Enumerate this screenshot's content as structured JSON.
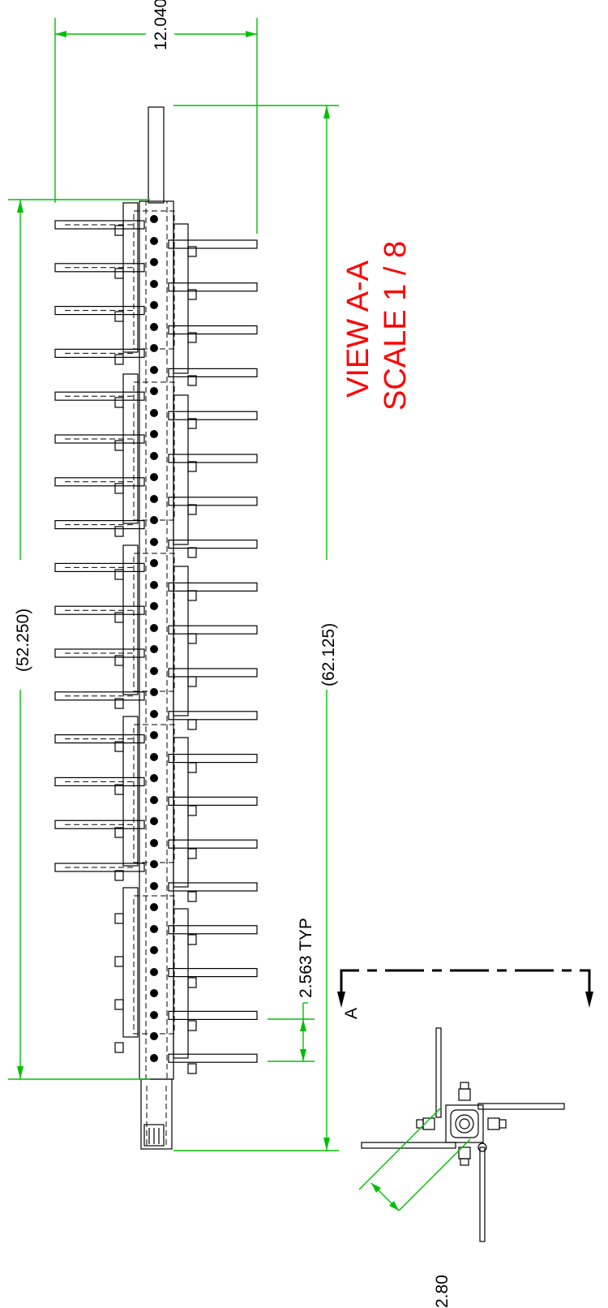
{
  "dimensions": {
    "width_top": "12.040",
    "overall_length": "(62.125)",
    "bracket_span": "(52.250)",
    "pitch": "2.563 TYP",
    "offset": "2.80"
  },
  "view": {
    "title": "VIEW A-A",
    "scale": "SCALE 1 / 8"
  },
  "section_marker": "A",
  "colors": {
    "dimension_lines": "#00c000",
    "geometry": "#000000",
    "view_label": "#ff0000"
  }
}
